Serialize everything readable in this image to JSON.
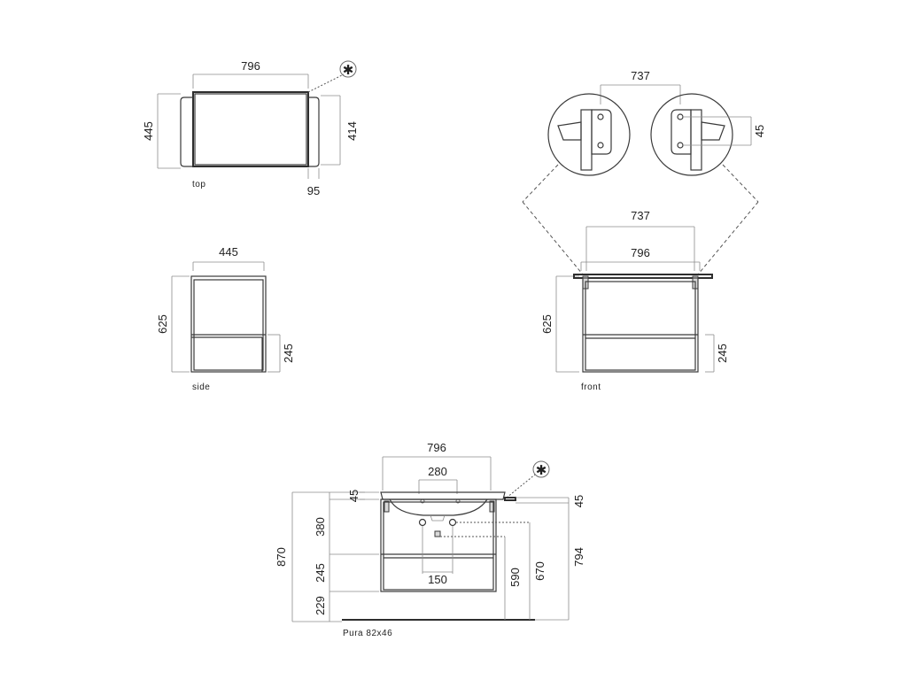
{
  "top_view": {
    "caption": "top",
    "width": "796",
    "depth_total": "445",
    "depth_inner": "414",
    "side_offset": "95",
    "marker": "✱"
  },
  "side_view": {
    "caption": "side",
    "depth": "445",
    "height": "625",
    "drawer_height": "245"
  },
  "front_view": {
    "caption": "front",
    "bracket_spacing_top": "737",
    "bracket_spacing": "737",
    "width": "796",
    "height": "625",
    "drawer_height": "245",
    "bracket_detail_spacing": "45"
  },
  "install_view": {
    "caption": "Pura  82x46",
    "width": "796",
    "tap_spacing": "280",
    "waste_spacing": "150",
    "top_thickness": "45",
    "right_top": "45",
    "upper": "380",
    "drawer": "245",
    "floor_gap": "229",
    "total_height": "870",
    "waste_height": "590",
    "supply_height": "670",
    "top_height": "794",
    "marker": "✱"
  }
}
